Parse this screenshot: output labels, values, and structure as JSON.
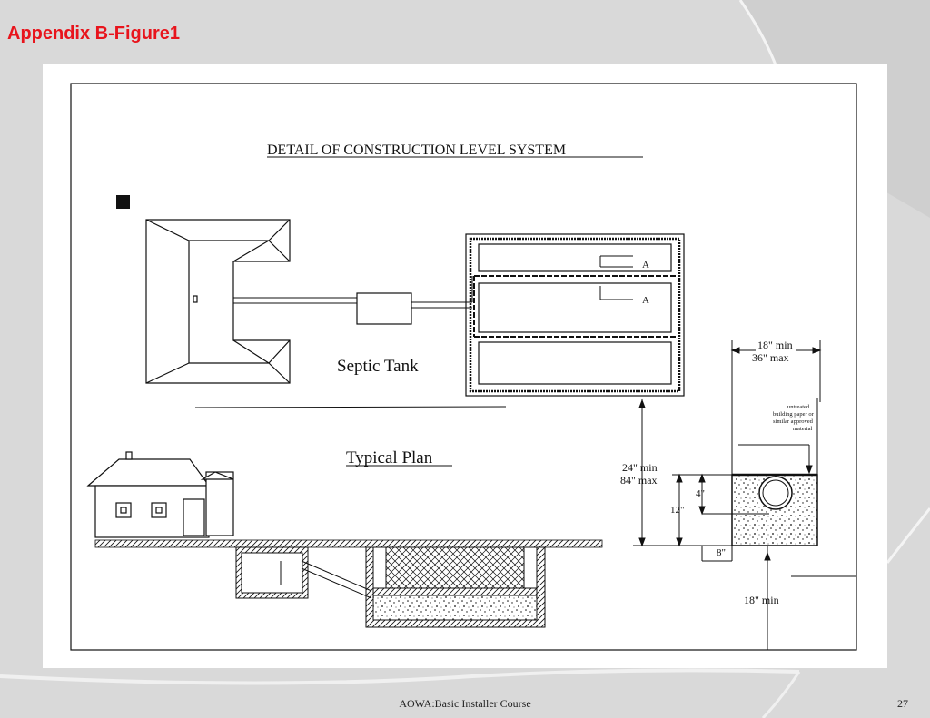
{
  "slide": {
    "title": "Appendix B-Figure1",
    "footer": "AOWA:Basic Installer Course",
    "page_number": "27"
  },
  "diagram": {
    "heading": "DETAIL OF CONSTRUCTION LEVEL SYSTEM",
    "septic_tank_label": "Septic Tank",
    "typical_plan_label": "Typical Plan",
    "section_marker_a1": "A",
    "section_marker_a2": "A",
    "width_label_min": "18\" min",
    "width_label_max": "36\" max",
    "paper_note_1": "untreated",
    "paper_note_2": "building paper or",
    "paper_note_3": "similar approved",
    "paper_note_4": "material",
    "depth_label_min": "24\" min",
    "depth_label_max": "84\" max",
    "dim_4": "4\"",
    "dim_12": "12\"",
    "dim_8": "8\"",
    "dim_18_min": "18\" min"
  },
  "colors": {
    "title_red": "#e8141c",
    "slide_bg": "#d9d9d9",
    "line": "#111111"
  }
}
